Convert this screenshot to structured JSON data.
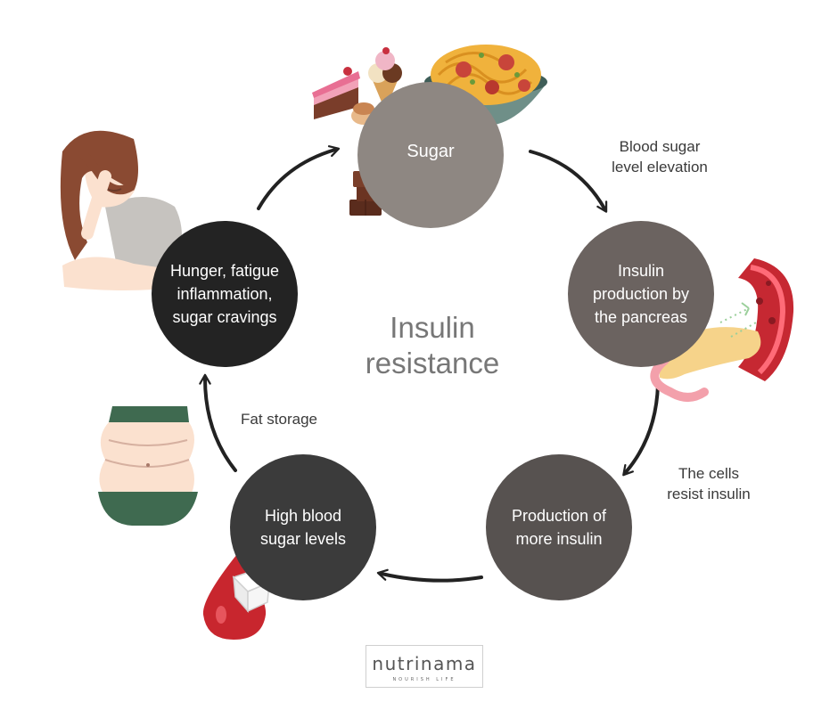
{
  "title": "Insulin\nresistance",
  "nodes": {
    "sugar": "Sugar",
    "insulin_production": "Insulin\nproduction by\nthe pancreas",
    "more_insulin": "Production of\nmore insulin",
    "high_blood_sugar": "High blood\nsugar levels",
    "hunger": "Hunger, fatigue\ninflammation,\nsugar cravings"
  },
  "edge_labels": {
    "blood_sugar": "Blood sugar\nlevel elevation",
    "cells_resist": "The cells\nresist insulin",
    "fat_storage": "Fat storage"
  },
  "brand": {
    "name": "nutrinama",
    "tagline": "NOURISH LIFE"
  },
  "colors": {
    "sugar_node": "#8e8782",
    "insulin_node": "#6b6360",
    "more_insulin_node": "#575250",
    "high_blood_sugar_node": "#3b3b3b",
    "hunger_node": "#232323",
    "arrow": "#222222",
    "title": "#777777"
  },
  "icons": [
    "cake-icon",
    "ice-cream-icon",
    "spaghetti-bowl-icon",
    "chocolate-icon",
    "tired-woman-icon",
    "pancreas-blood-vessel-icon",
    "belly-icon",
    "blood-drop-sugar-cube-icon"
  ]
}
